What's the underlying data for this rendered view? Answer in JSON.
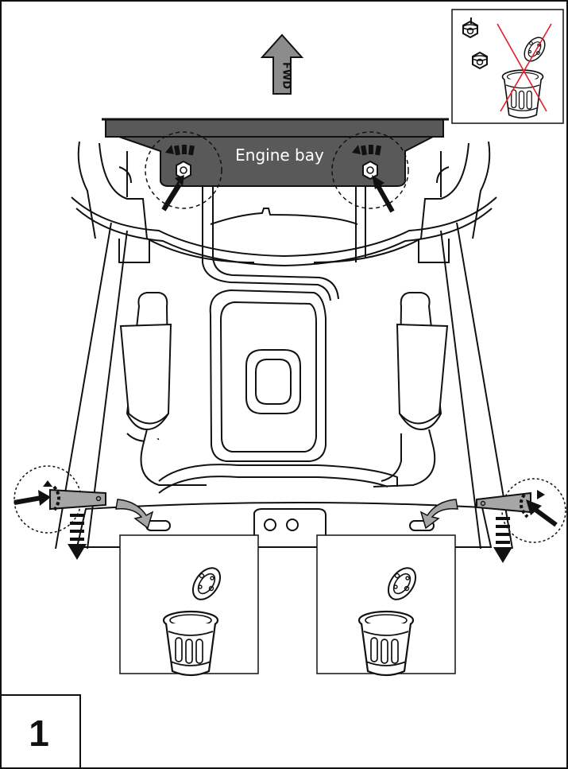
{
  "labels": {
    "fwd": "FWD",
    "engine_bay": "Engine bay",
    "step_number": "1"
  },
  "icons": {
    "direction": "forward-arrow-icon",
    "fastener": "bolt-icon",
    "dispose": "trash-can-icon",
    "do_not_dispose": "crossed-out-trash-can-icon"
  },
  "colors": {
    "outline": "#111111",
    "panel_fill": "#595959",
    "part_fill": "#a6a6a6",
    "crossout": "#e0202a",
    "background": "#ffffff"
  }
}
